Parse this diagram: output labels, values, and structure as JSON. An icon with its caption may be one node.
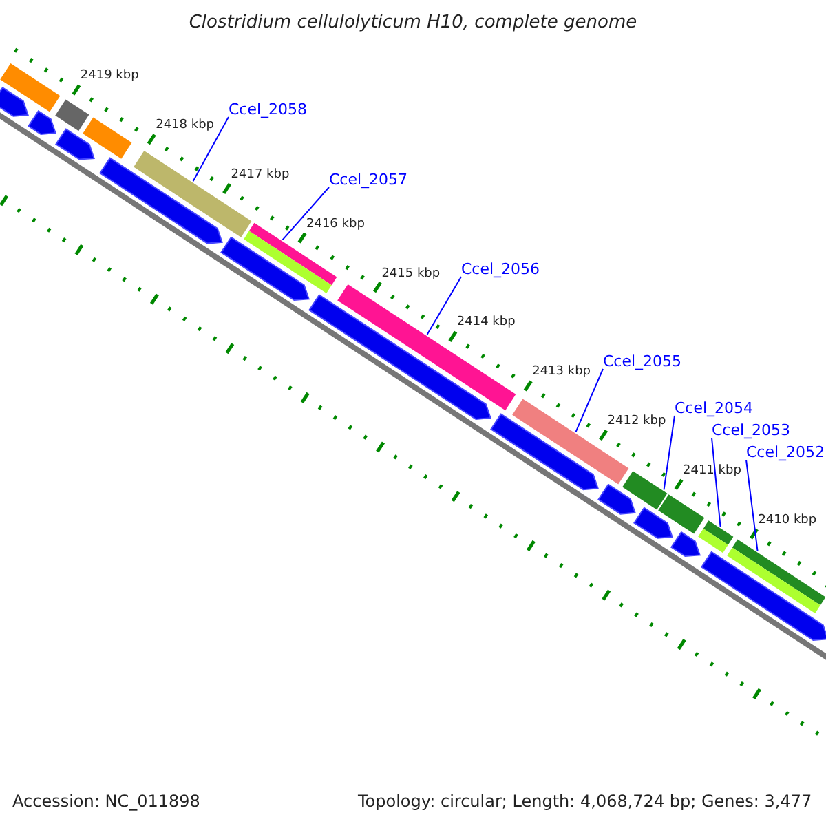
{
  "diagram": {
    "title": "Clostridium cellulolyticum H10, complete genome",
    "nodes": [
      {
        "text": [
          "Ccel_2058"
        ]
      },
      {
        "text": [
          "Ccel_2057"
        ]
      },
      {
        "text": [
          "Ccel_2056"
        ]
      },
      {
        "text": [
          "Ccel_2055"
        ]
      },
      {
        "text": [
          "Ccel_2054"
        ]
      },
      {
        "text": [
          "Ccel_2053"
        ]
      },
      {
        "text": [
          "Ccel_2052"
        ]
      },
      {
        "text": [],
        "shape": "bar"
      },
      {
        "text": [],
        "shape": "bar"
      },
      {
        "text": [],
        "shape": "bar"
      },
      {
        "text": [],
        "shape": "bar"
      },
      {
        "text": [],
        "shape": "bar"
      },
      {
        "text": [],
        "shape": "bar"
      },
      {
        "text": [],
        "shape": "bar"
      },
      {
        "text": [],
        "shape": "pentagon"
      },
      {
        "text": [],
        "shape": "pentagon"
      },
      {
        "text": [],
        "shape": "pentagon"
      },
      {
        "text": [],
        "shape": "pentagon"
      },
      {
        "text": [],
        "shape": "pentagon"
      },
      {
        "text": [],
        "shape": "pentagon"
      },
      {
        "text": [],
        "shape": "pentagon"
      },
      {
        "text": [],
        "shape": "pentagon"
      },
      {
        "text": [],
        "shape": "pentagon"
      },
      {
        "text": [],
        "shape": "pentagon"
      },
      {
        "text": [],
        "shape": "pentagon"
      },
      {
        "text": [],
        "shape": "bar"
      },
      {
        "text": [],
        "shape": "bar"
      },
      {
        "text": [],
        "shape": "bar"
      }
    ],
    "edges": [
      {
        "from": 0,
        "to": 7,
        "arrow": "none"
      },
      {
        "from": 1,
        "to": 8,
        "arrow": "none"
      },
      {
        "from": 2,
        "to": 9,
        "arrow": "none"
      },
      {
        "from": 3,
        "to": 10,
        "arrow": "none"
      },
      {
        "from": 4,
        "to": 11,
        "arrow": "none"
      },
      {
        "from": 5,
        "to": 12,
        "arrow": "none"
      },
      {
        "from": 6,
        "to": 13,
        "arrow": "none"
      }
    ],
    "labels": [
      "2419 kbp",
      "2418 kbp",
      "2417 kbp",
      "2416 kbp",
      "2415 kbp",
      "2414 kbp",
      "2413 kbp",
      "2412 kbp",
      "2411 kbp",
      "2410 kbp",
      "Accession: NC_011898",
      "Topology: circular; Length: 4,068,724 bp; Genes: 3,477"
    ]
  }
}
